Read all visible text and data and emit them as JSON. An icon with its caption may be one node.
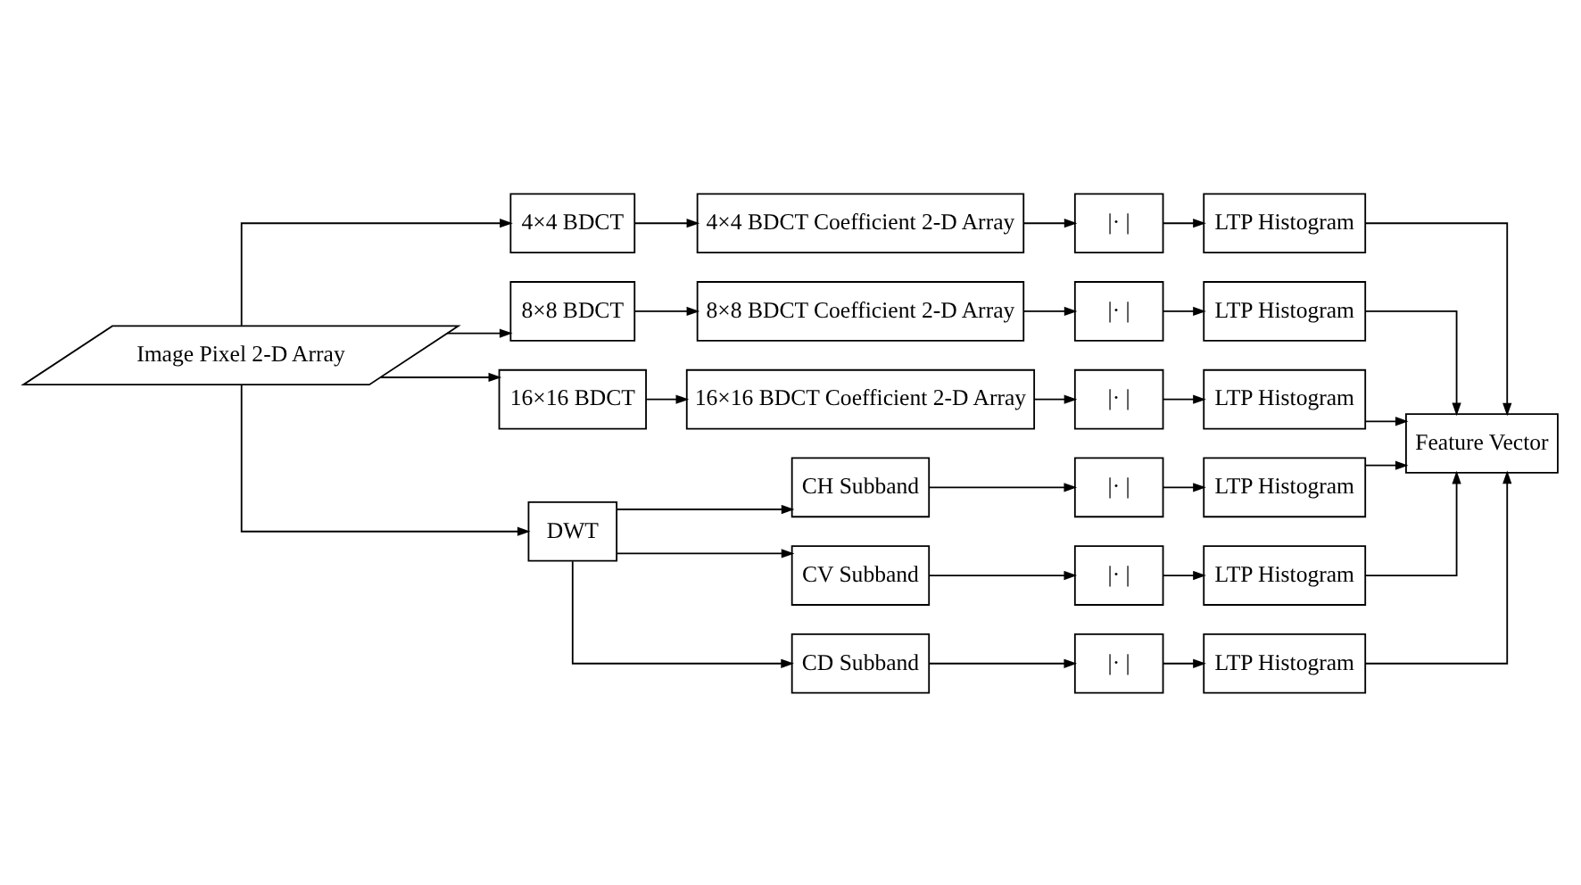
{
  "diagram": {
    "nodes": [
      {
        "text": [
          "Image Pixel 2-D Array"
        ]
      },
      {
        "text": [
          "4×4 BDCT"
        ]
      },
      {
        "text": [
          "8×8 BDCT"
        ]
      },
      {
        "text": [
          "16×16 BDCT"
        ]
      },
      {
        "text": [
          "DWT"
        ]
      },
      {
        "text": [
          "4×4 BDCT Coefficient 2-D Array"
        ]
      },
      {
        "text": [
          "8×8 BDCT Coefficient 2-D Array"
        ]
      },
      {
        "text": [
          "16×16 BDCT Coefficient 2-D Array"
        ]
      },
      {
        "text": [
          "CH Subband"
        ]
      },
      {
        "text": [
          "CV Subband"
        ]
      },
      {
        "text": [
          "CD Subband"
        ]
      },
      {
        "text": [
          "|· |"
        ]
      },
      {
        "text": [
          "|· |"
        ]
      },
      {
        "text": [
          "|· |"
        ]
      },
      {
        "text": [
          "|· |"
        ]
      },
      {
        "text": [
          "|· |"
        ]
      },
      {
        "text": [
          "|· |"
        ]
      },
      {
        "text": [
          "LTP Histogram"
        ]
      },
      {
        "text": [
          "LTP Histogram"
        ]
      },
      {
        "text": [
          "LTP Histogram"
        ]
      },
      {
        "text": [
          "LTP Histogram"
        ]
      },
      {
        "text": [
          "LTP Histogram"
        ]
      },
      {
        "text": [
          "LTP Histogram"
        ]
      },
      {
        "text": [
          "Feature Vector"
        ]
      }
    ],
    "edges": [
      {
        "from": 0,
        "to": 1,
        "arrow": "to"
      },
      {
        "from": 0,
        "to": 2,
        "arrow": "to"
      },
      {
        "from": 0,
        "to": 3,
        "arrow": "to"
      },
      {
        "from": 0,
        "to": 4,
        "arrow": "to"
      },
      {
        "from": 1,
        "to": 5,
        "arrow": "to"
      },
      {
        "from": 2,
        "to": 6,
        "arrow": "to"
      },
      {
        "from": 3,
        "to": 7,
        "arrow": "to"
      },
      {
        "from": 4,
        "to": 8,
        "arrow": "to"
      },
      {
        "from": 4,
        "to": 9,
        "arrow": "to"
      },
      {
        "from": 4,
        "to": 10,
        "arrow": "to"
      },
      {
        "from": 5,
        "to": 11,
        "arrow": "to"
      },
      {
        "from": 6,
        "to": 12,
        "arrow": "to"
      },
      {
        "from": 7,
        "to": 13,
        "arrow": "to"
      },
      {
        "from": 8,
        "to": 14,
        "arrow": "to"
      },
      {
        "from": 9,
        "to": 15,
        "arrow": "to"
      },
      {
        "from": 10,
        "to": 16,
        "arrow": "to"
      },
      {
        "from": 11,
        "to": 17,
        "arrow": "to"
      },
      {
        "from": 12,
        "to": 18,
        "arrow": "to"
      },
      {
        "from": 13,
        "to": 19,
        "arrow": "to"
      },
      {
        "from": 14,
        "to": 20,
        "arrow": "to"
      },
      {
        "from": 15,
        "to": 21,
        "arrow": "to"
      },
      {
        "from": 16,
        "to": 22,
        "arrow": "to"
      },
      {
        "from": 17,
        "to": 23,
        "arrow": "to"
      },
      {
        "from": 18,
        "to": 23,
        "arrow": "to"
      },
      {
        "from": 19,
        "to": 23,
        "arrow": "to"
      },
      {
        "from": 20,
        "to": 23,
        "arrow": "to"
      },
      {
        "from": 21,
        "to": 23,
        "arrow": "to"
      },
      {
        "from": 22,
        "to": 23,
        "arrow": "to"
      }
    ]
  }
}
